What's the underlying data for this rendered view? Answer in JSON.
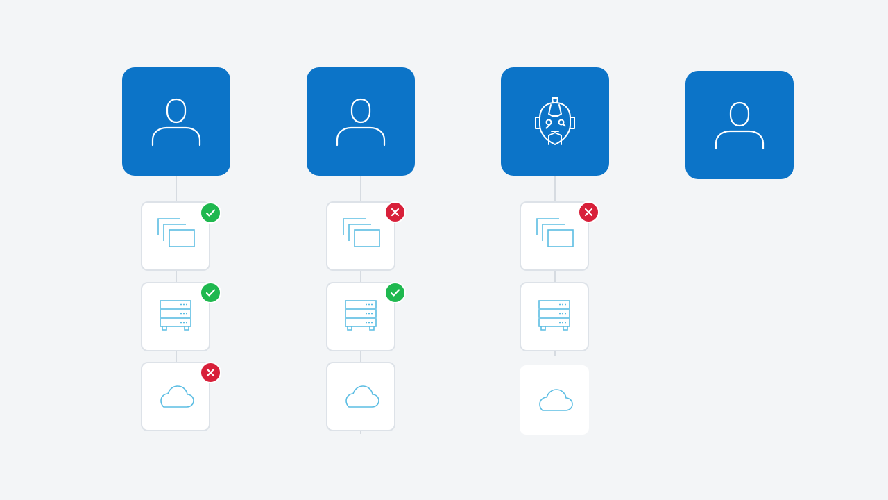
{
  "colors": {
    "background": "#f3f5f7",
    "identity_tile": "#0c74c8",
    "icon_stroke": "#5bbde3",
    "connector": "#d6dbe1",
    "allowed": "#1fb84f",
    "denied": "#d8203a"
  },
  "columns": [
    {
      "identity_icon": "user-icon",
      "resources": [
        {
          "icon": "windows-stack-icon",
          "status": "allowed"
        },
        {
          "icon": "server-rack-icon",
          "status": "allowed"
        },
        {
          "icon": "cloud-icon",
          "status": "denied"
        }
      ]
    },
    {
      "identity_icon": "user-icon",
      "resources": [
        {
          "icon": "windows-stack-icon",
          "status": "denied"
        },
        {
          "icon": "server-rack-icon",
          "status": "allowed"
        },
        {
          "icon": "cloud-icon",
          "status": "none"
        }
      ]
    },
    {
      "identity_icon": "robot-icon",
      "resources": [
        {
          "icon": "windows-stack-icon",
          "status": "denied"
        },
        {
          "icon": "server-rack-icon",
          "status": "none"
        },
        {
          "icon": "cloud-icon",
          "status": "none"
        }
      ]
    },
    {
      "identity_icon": "user-icon",
      "resources": []
    }
  ]
}
